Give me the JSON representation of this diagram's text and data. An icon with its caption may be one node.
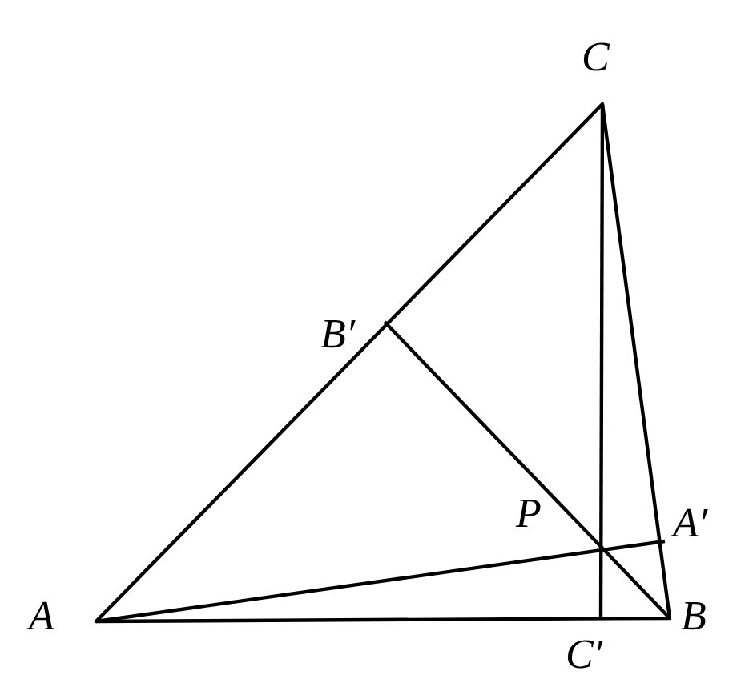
{
  "diagram": {
    "labels": [
      "C",
      "B′",
      "P",
      "A′",
      "A",
      "C′",
      "B"
    ]
  }
}
